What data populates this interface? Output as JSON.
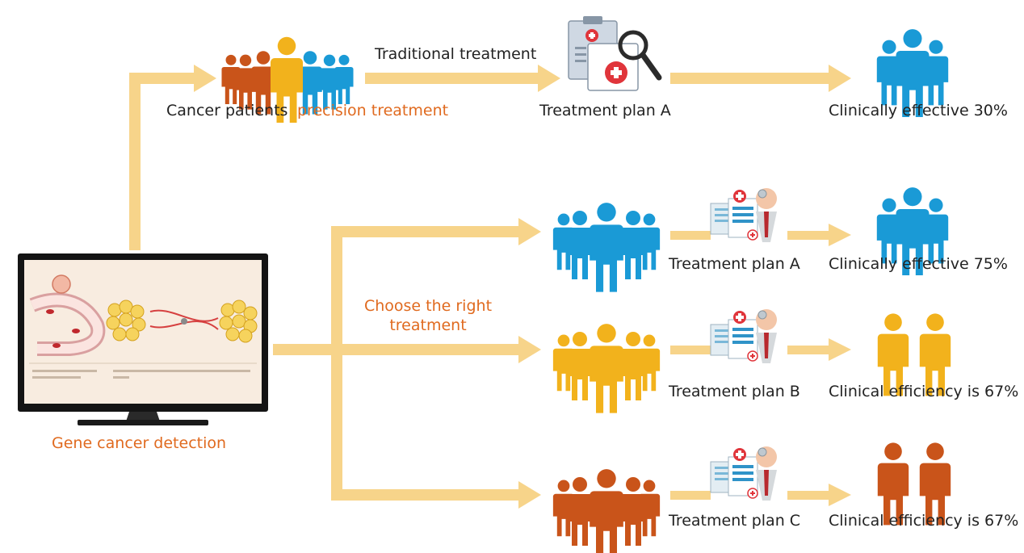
{
  "colors": {
    "arrow": "#f7d48a",
    "blue": "#1a9ad6",
    "yellow": "#f2b21c",
    "orange": "#c9541a",
    "accent": "#e06a1f",
    "text": "#222222"
  },
  "top_path": {
    "patients_label": "Cancer patients",
    "precision_label": "precision treatment",
    "traditional_label": "Traditional treatment",
    "plan_label": "Treatment plan A",
    "result_label": "Clinically effective 30%"
  },
  "detection": {
    "label": "Gene cancer detection",
    "choose_label": "Choose the right treatment"
  },
  "branches": [
    {
      "plan_label": "Treatment plan A",
      "result_label": "Clinically effective 75%",
      "color": "blue"
    },
    {
      "plan_label": "Treatment plan B",
      "result_label": "Clinical efficiency is 67%",
      "color": "yellow"
    },
    {
      "plan_label": "Treatment plan C",
      "result_label": "Clinical efficiency is 67%",
      "color": "orange"
    }
  ]
}
